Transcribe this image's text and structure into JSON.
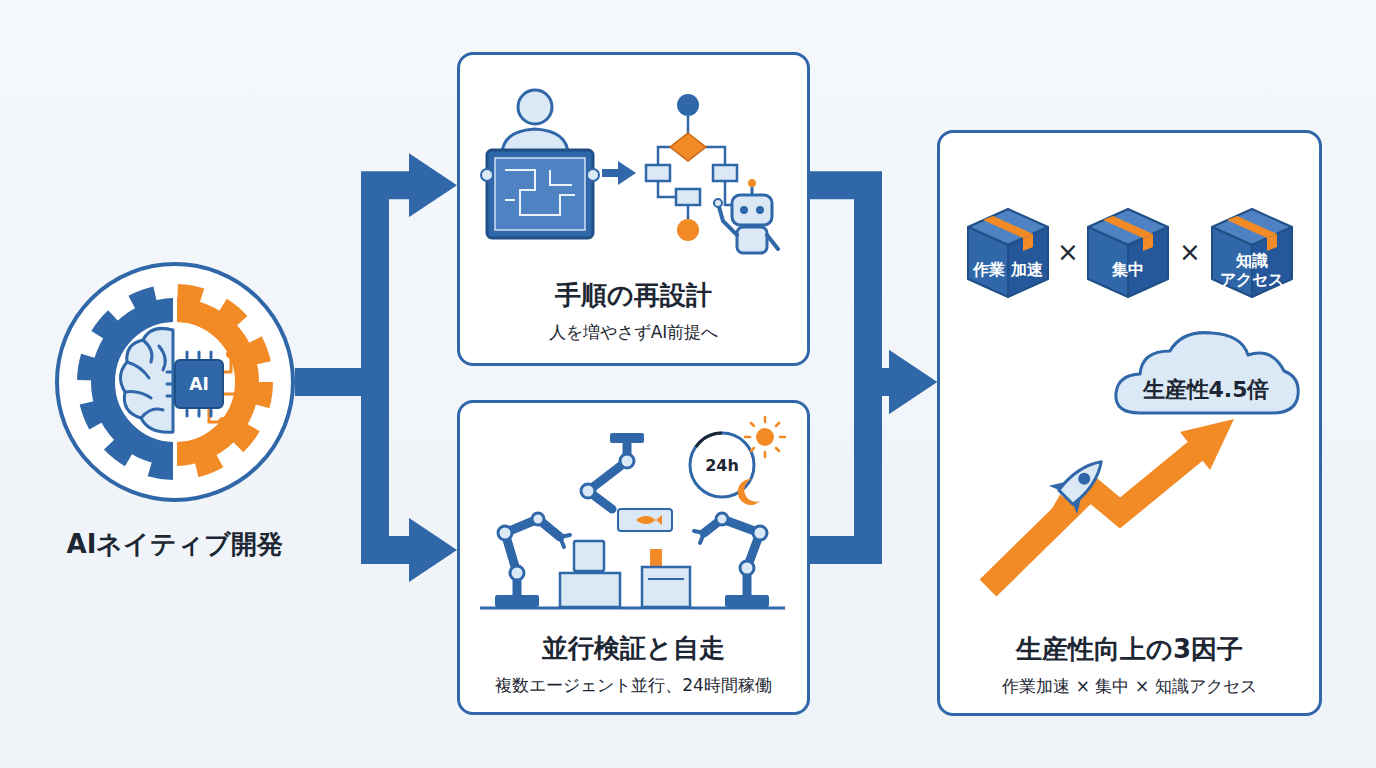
{
  "diagram": {
    "nodes": [
      {
        "text": [
          "AIネイティブ開発"
        ]
      },
      {
        "text": [
          "手順の再設計",
          "人を増やさずAI前提へ"
        ]
      },
      {
        "text": [
          "並行検証と自走",
          "複数エージェント並行、24時間稼働"
        ]
      },
      {
        "text": [
          "生産性向上の3因子",
          "作業加速 × 集中 × 知識アクセス"
        ]
      },
      {
        "text": [
          "作業 加速"
        ],
        "in": 3
      },
      {
        "text": [
          "集中"
        ],
        "in": 3
      },
      {
        "text": [
          "知識 アクセス"
        ],
        "in": 3
      },
      {
        "text": [
          "生産性4.5倍"
        ],
        "in": 3
      }
    ],
    "edges": [
      {
        "from": 0,
        "to": 1,
        "arrow": "to"
      },
      {
        "from": 0,
        "to": 2,
        "arrow": "to"
      },
      {
        "from": 1,
        "to": 3,
        "arrow": "to"
      },
      {
        "from": 2,
        "to": 3,
        "arrow": "to"
      }
    ],
    "labels": [
      "AI",
      "24h",
      "×",
      "×"
    ]
  }
}
